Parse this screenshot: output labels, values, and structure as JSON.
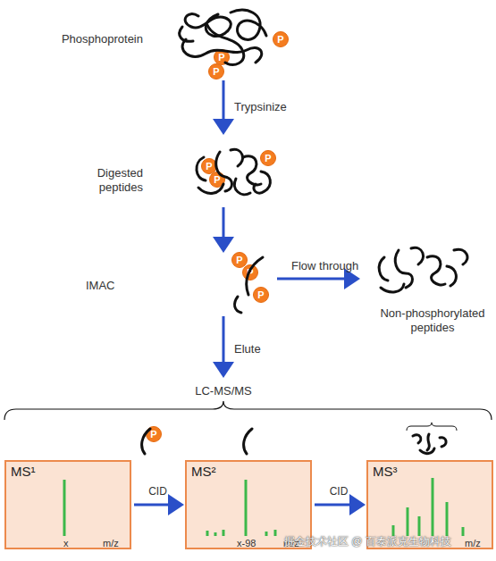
{
  "diagram": {
    "nodes": [
      {
        "text": [
          "P"
        ]
      },
      {
        "text": [
          "P"
        ]
      },
      {
        "text": [
          "P"
        ]
      },
      {
        "text": [
          "P"
        ]
      },
      {
        "text": [
          "P"
        ]
      },
      {
        "text": [
          "P"
        ]
      },
      {
        "text": [
          "P"
        ]
      },
      {
        "text": [
          "P"
        ]
      },
      {
        "text": [
          "P"
        ]
      },
      {
        "text": [
          "P"
        ]
      },
      {
        "text": [
          "MS¹",
          "x",
          "m/z"
        ]
      },
      {
        "text": [
          "MS²",
          "x-98",
          "m/z"
        ]
      },
      {
        "text": [
          "MS³",
          "m/z"
        ]
      }
    ],
    "edges": [
      {
        "from": 10,
        "to": 11,
        "label": "CID",
        "arrow": "to"
      },
      {
        "from": 11,
        "to": 12,
        "label": "CID",
        "arrow": "to"
      }
    ],
    "labels": [
      "Phosphoprotein",
      "Trypsinize",
      "Digested peptides",
      "IMAC",
      "Flow through",
      "Non-phosphorylated peptides",
      "Elute",
      "LC-MS/MS",
      "掘金技术社区 @ 百泰派克生物科技"
    ]
  }
}
